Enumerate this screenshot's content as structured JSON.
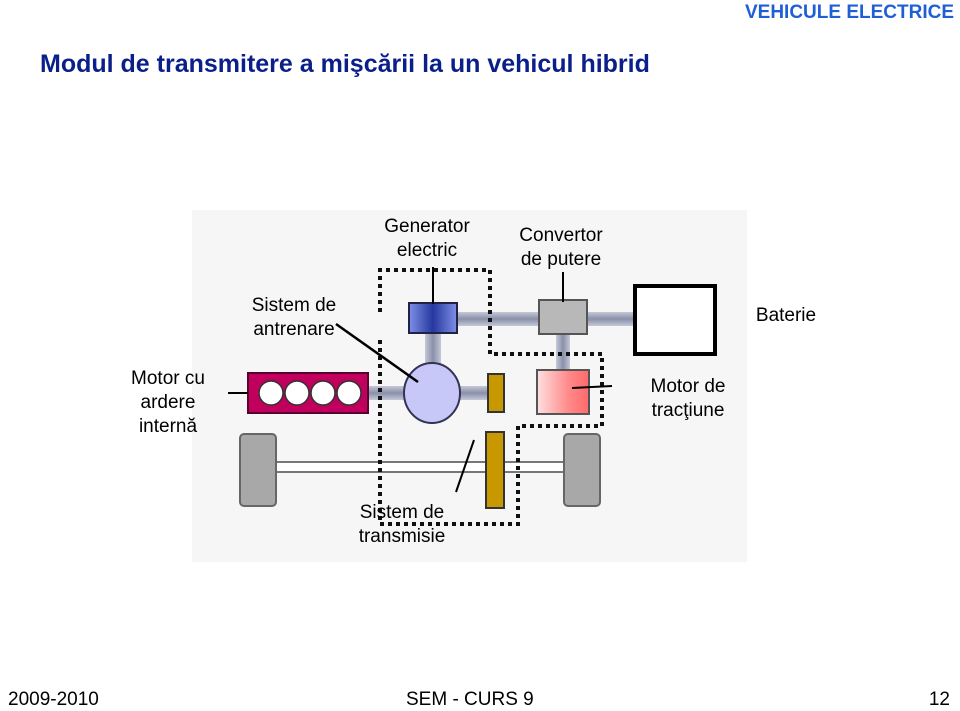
{
  "header": {
    "tag": "VEHICULE ELECTRICE",
    "title": "Modul de transmitere a mişcării la un vehicul hibrid"
  },
  "diagram": {
    "labels": {
      "generator_line1": "Generator",
      "generator_line2": "electric",
      "convertor_line1": "Convertor",
      "convertor_line2": "de putere",
      "antrenare_line1": "Sistem de",
      "antrenare_line2": "antrenare",
      "baterie": "Baterie",
      "motor_ardere_line1": "Motor cu",
      "motor_ardere_line2": "ardere",
      "motor_ardere_line3": "internă",
      "motor_tractiune_line1": "Motor de",
      "motor_tractiune_line2": "tracţiune",
      "transmisie_line1": "Sistem de",
      "transmisie_line2": "transmisie"
    },
    "colors": {
      "engine_fill": "#c0005c",
      "generator_fill": "#c8c8f8",
      "generator_top_fill": "#3a4fc8",
      "convertor_fill": "#b8b8b8",
      "traction_motor_fill": "#ff9090",
      "gear_fill": "#c89800",
      "shaft_fill": "#9aa0b4",
      "wheel_fill": "#a8a8a8",
      "background_panel": "#f6f6f6"
    }
  },
  "footer": {
    "left": "2009-2010",
    "center": "SEM - CURS 9",
    "right": "12"
  }
}
